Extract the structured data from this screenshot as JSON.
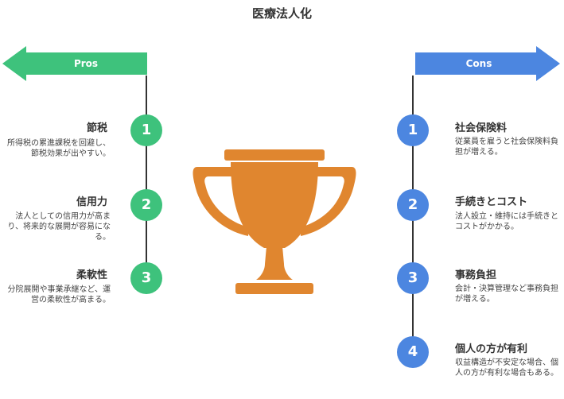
{
  "title": "医療法人化",
  "pros": {
    "label": "Pros",
    "color": "#3ec27c",
    "items": [
      {
        "num": "1",
        "heading": "節税",
        "desc": "所得税の累進課税を回避し、節税効果が出やすい。"
      },
      {
        "num": "2",
        "heading": "信用力",
        "desc": "法人としての信用力が高まり、将来的な展開が容易になる。"
      },
      {
        "num": "3",
        "heading": "柔軟性",
        "desc": "分院展開や事業承継など、運営の柔軟性が高まる。"
      }
    ]
  },
  "cons": {
    "label": "Cons",
    "color": "#4c86e0",
    "items": [
      {
        "num": "1",
        "heading": "社会保険料",
        "desc": "従業員を雇うと社会保険料負担が増える。"
      },
      {
        "num": "2",
        "heading": "手続きとコスト",
        "desc": "法人設立・維持には手続きとコストがかかる。"
      },
      {
        "num": "3",
        "heading": "事務負担",
        "desc": "会計・決算管理など事務負担が増える。"
      },
      {
        "num": "4",
        "heading": "個人の方が有利",
        "desc": "収益構造が不安定な場合、個人の方が有利な場合もある。"
      }
    ]
  },
  "trophy_icon": "trophy-icon",
  "trophy_color": "#e0862f"
}
